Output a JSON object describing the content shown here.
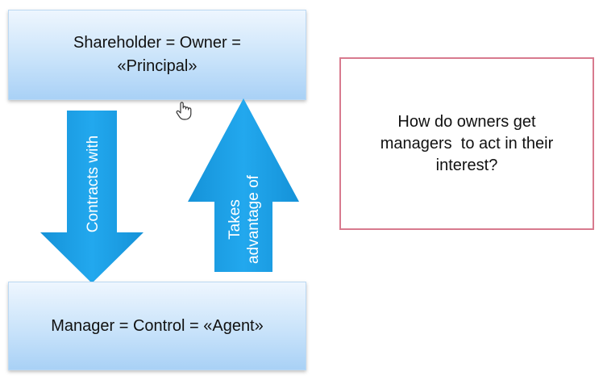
{
  "principal_box": {
    "line1": "Shareholder = Owner =",
    "line2": "«Principal»"
  },
  "agent_box": {
    "text": "Manager = Control = «Agent»"
  },
  "arrow_down": {
    "label": "Contracts with",
    "color": "#1aa0e6"
  },
  "arrow_up": {
    "label_line1": "Takes",
    "label_line2": "advantage of",
    "color": "#1aa0e6"
  },
  "question_box": {
    "line1": "How do owners get",
    "line2": "managers  to act in their",
    "line3": "interest?",
    "border_color": "#d87a8e"
  },
  "cursor": {
    "icon": "hand-pointer-icon"
  }
}
